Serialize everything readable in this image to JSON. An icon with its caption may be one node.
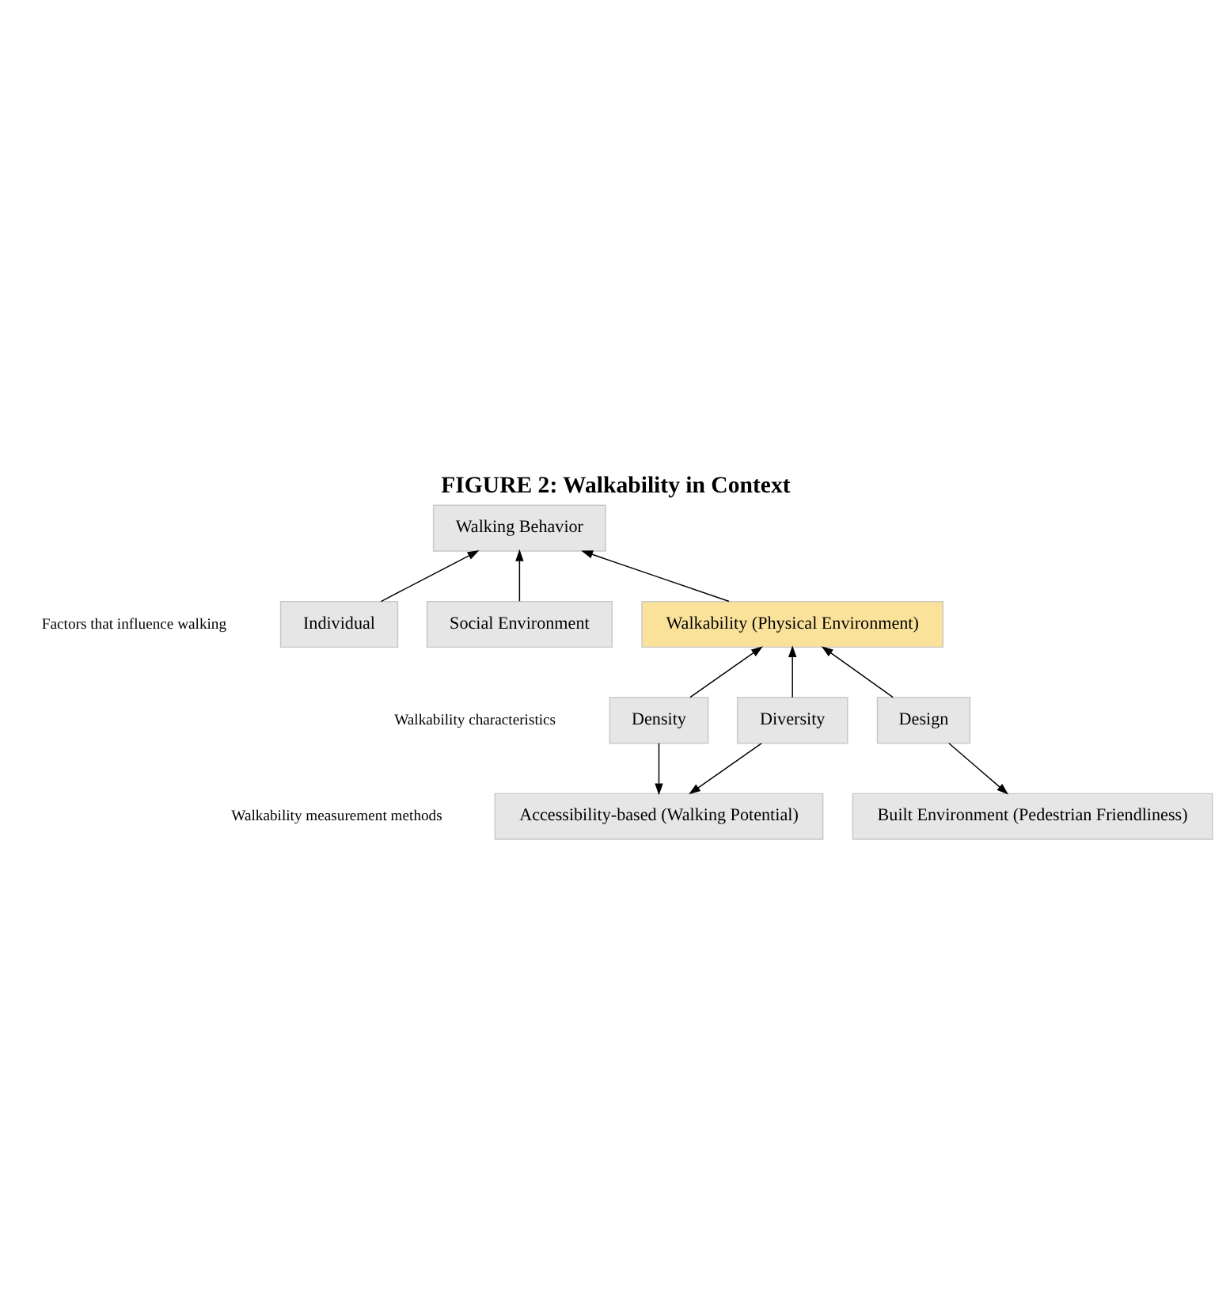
{
  "diagram": {
    "title": "FIGURE 2: Walkability in Context",
    "nodes": [
      {
        "text": [
          "Walking Behavior"
        ]
      },
      {
        "text": [
          "Individual"
        ]
      },
      {
        "text": [
          "Social Environment"
        ]
      },
      {
        "text": [
          "Walkability (Physical Environment)"
        ]
      },
      {
        "text": [
          "Density"
        ]
      },
      {
        "text": [
          "Diversity"
        ]
      },
      {
        "text": [
          "Design"
        ]
      },
      {
        "text": [
          "Accessibility-based (Walking Potential)"
        ]
      },
      {
        "text": [
          "Built Environment (Pedestrian Friendliness)"
        ]
      }
    ],
    "edges": [
      {
        "from": 1,
        "to": 0,
        "arrow": "to"
      },
      {
        "from": 2,
        "to": 0,
        "arrow": "to"
      },
      {
        "from": 3,
        "to": 0,
        "arrow": "to"
      },
      {
        "from": 4,
        "to": 3,
        "arrow": "to"
      },
      {
        "from": 5,
        "to": 3,
        "arrow": "to"
      },
      {
        "from": 6,
        "to": 3,
        "arrow": "to"
      },
      {
        "from": 4,
        "to": 7,
        "arrow": "to"
      },
      {
        "from": 5,
        "to": 7,
        "arrow": "to"
      },
      {
        "from": 6,
        "to": 8,
        "arrow": "to"
      }
    ],
    "labels": [
      "Factors that influence walking",
      "Walkability characteristics",
      "Walkability measurement methods"
    ]
  }
}
